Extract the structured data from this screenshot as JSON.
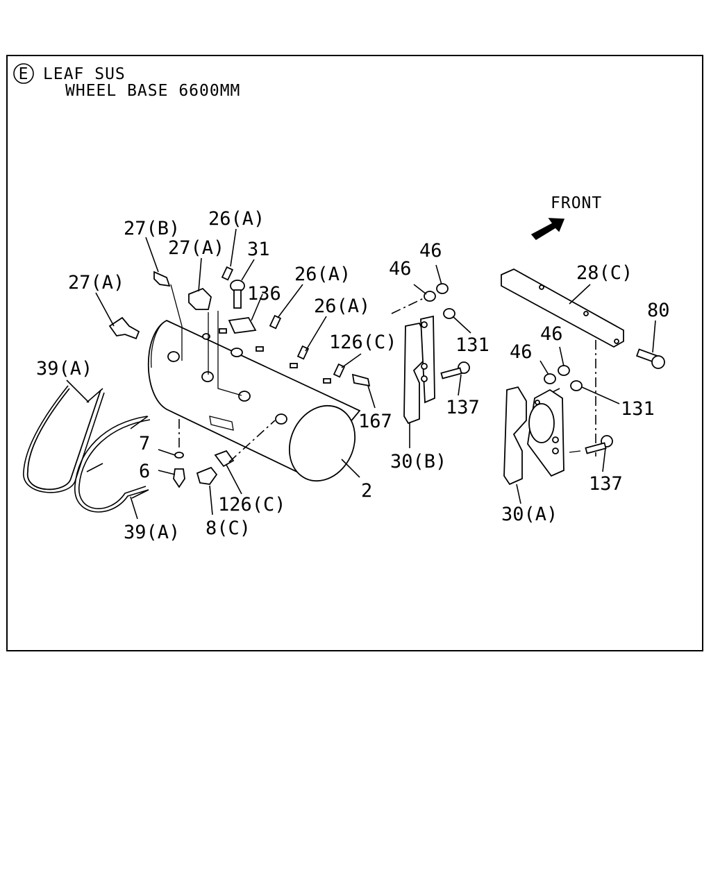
{
  "header": {
    "section_letter": "E",
    "line1": "LEAF SUS",
    "line2": "WHEEL BASE 6600MM"
  },
  "direction_label": "FRONT",
  "direction_icon": "arrow-front-icon",
  "callouts": {
    "c27b": "27(B)",
    "c26a_top": "26(A)",
    "c27a_mid": "27(A)",
    "c31": "31",
    "c136": "136",
    "c26a_mid": "26(A)",
    "c27a_left": "27(A)",
    "c26a_right": "26(A)",
    "c126c_top": "126(C)",
    "c39a_top": "39(A)",
    "c7": "7",
    "c6": "6",
    "c126c_bottom": "126(C)",
    "c8c": "8(C)",
    "c39a_bottom": "39(A)",
    "c2": "2",
    "c167": "167",
    "c46_left": "46",
    "c46_right": "46",
    "c131_top": "131",
    "c137_top": "137",
    "c30b": "30(B)",
    "c28c": "28(C)",
    "c80": "80",
    "c46_low_left": "46",
    "c46_low_right": "46",
    "c131_bottom": "131",
    "c137_bottom": "137",
    "c30a": "30(A)"
  }
}
